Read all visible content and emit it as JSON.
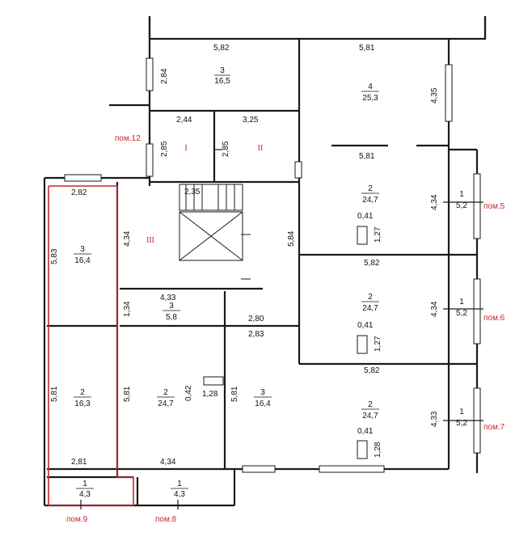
{
  "rooms": [
    {
      "id": "r-top-left",
      "num": "3",
      "area": "16,5"
    },
    {
      "id": "r-top-right",
      "num": "4",
      "area": "25,3"
    },
    {
      "id": "r-right-1",
      "num": "2",
      "area": "24,7"
    },
    {
      "id": "r-right-2",
      "num": "2",
      "area": "24,7"
    },
    {
      "id": "r-right-3",
      "num": "2",
      "area": "24,7"
    },
    {
      "id": "r-balc-1",
      "num": "1",
      "area": "5,2"
    },
    {
      "id": "r-balc-2",
      "num": "1",
      "area": "5,2"
    },
    {
      "id": "r-balc-3",
      "num": "1",
      "area": "5,2"
    },
    {
      "id": "r-left-top",
      "num": "3",
      "area": "16,4"
    },
    {
      "id": "r-left-bottom",
      "num": "2",
      "area": "16,3"
    },
    {
      "id": "r-center",
      "num": "2",
      "area": "24,7"
    },
    {
      "id": "r-center-right",
      "num": "3",
      "area": "16,4"
    },
    {
      "id": "r-corridor",
      "num": "3",
      "area": "5,8"
    },
    {
      "id": "r-bottom-left",
      "num": "1",
      "area": "4,3"
    },
    {
      "id": "r-bottom-mid",
      "num": "1",
      "area": "4,3"
    }
  ],
  "roman_labels": [
    "I",
    "II",
    "III"
  ],
  "room_tags": [
    "пом.12",
    "пом.5",
    "пом.6",
    "пом.7",
    "пом.9",
    "пом.8"
  ],
  "dimensions": [
    "5,82",
    "5,81",
    "2,84",
    "4,35",
    "2,44",
    "3,25",
    "2,85",
    "2,85",
    "5,81",
    "2,82",
    "4,34",
    "5,83",
    "2,35",
    "4,34",
    "5,84",
    "0,41",
    "1,27",
    "5,82",
    "4,34",
    "0,41",
    "1,27",
    "4,33",
    "1,34",
    "2,80",
    "2,83",
    "5,82",
    "5,81",
    "5,81",
    "0,42",
    "1,28",
    "5,81",
    "4,33",
    "0,41",
    "1,28",
    "2,81",
    "4,34"
  ],
  "colors": {
    "walls": "#1a1a1a",
    "highlight": "#c8262c",
    "background": "#ffffff"
  }
}
